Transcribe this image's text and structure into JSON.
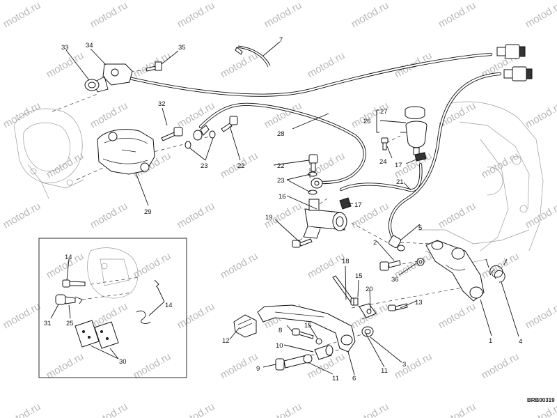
{
  "diagram": {
    "watermark_text": "motod.ru",
    "drawing_code": "BRB00319",
    "callouts": [
      {
        "id": "c1",
        "text": "1"
      },
      {
        "id": "c2",
        "text": "2"
      },
      {
        "id": "c3",
        "text": "3"
      },
      {
        "id": "c4",
        "text": "4"
      },
      {
        "id": "c5",
        "text": "5"
      },
      {
        "id": "c6",
        "text": "6"
      },
      {
        "id": "c7",
        "text": "7"
      },
      {
        "id": "c8",
        "text": "8"
      },
      {
        "id": "c9",
        "text": "9"
      },
      {
        "id": "c10",
        "text": "10"
      },
      {
        "id": "c11a",
        "text": "11"
      },
      {
        "id": "c11b",
        "text": "11"
      },
      {
        "id": "c12",
        "text": "12"
      },
      {
        "id": "c13",
        "text": "13"
      },
      {
        "id": "c14a",
        "text": "14"
      },
      {
        "id": "c14b",
        "text": "14"
      },
      {
        "id": "c15a",
        "text": "15"
      },
      {
        "id": "c15b",
        "text": "15"
      },
      {
        "id": "c16",
        "text": "16"
      },
      {
        "id": "c17a",
        "text": "17"
      },
      {
        "id": "c17b",
        "text": "17"
      },
      {
        "id": "c18",
        "text": "18"
      },
      {
        "id": "c19",
        "text": "19"
      },
      {
        "id": "c20",
        "text": "20"
      },
      {
        "id": "c21",
        "text": "21"
      },
      {
        "id": "c22a",
        "text": "22"
      },
      {
        "id": "c22b",
        "text": "22"
      },
      {
        "id": "c23a",
        "text": "23"
      },
      {
        "id": "c23b",
        "text": "23"
      },
      {
        "id": "c24",
        "text": "24"
      },
      {
        "id": "c25",
        "text": "25"
      },
      {
        "id": "c26",
        "text": "26"
      },
      {
        "id": "c27",
        "text": "27"
      },
      {
        "id": "c28",
        "text": "28"
      },
      {
        "id": "c29",
        "text": "29"
      },
      {
        "id": "c30",
        "text": "30"
      },
      {
        "id": "c31",
        "text": "31"
      },
      {
        "id": "c32",
        "text": "32"
      },
      {
        "id": "c33",
        "text": "33"
      },
      {
        "id": "c34",
        "text": "34"
      },
      {
        "id": "c35",
        "text": "35"
      },
      {
        "id": "c36",
        "text": "36"
      }
    ]
  }
}
